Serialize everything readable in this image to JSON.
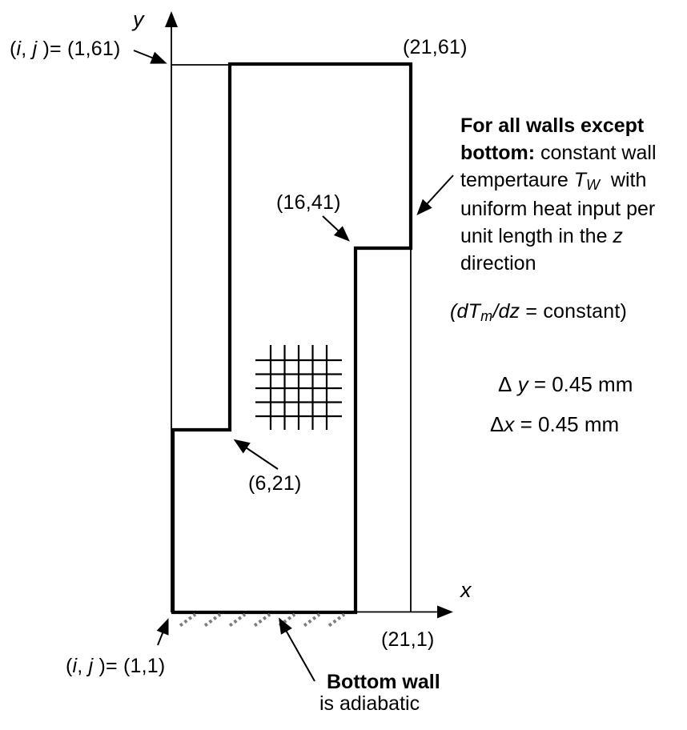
{
  "colors": {
    "ink": "#000000",
    "hatch": "#7d7d7d"
  },
  "axes": {
    "x": "x",
    "y": "y"
  },
  "labels": {
    "top_left": {
      "p1": "(",
      "i": "i",
      "p2": ", ",
      "j": "j",
      "p3": " )= (1,61)"
    },
    "top_right": "(21,61)",
    "right_step": "(16,41)",
    "left_step": "(6,21)",
    "bottom_right": "(21,1)",
    "bottom_left": {
      "p1": "(",
      "i": "i",
      "p2": ", ",
      "j": "j",
      "p3": " )= (1,1)"
    }
  },
  "wall_note": {
    "line1": "For all walls except",
    "line2_bold": "bottom:",
    "line2_rest": " constant wall",
    "line3_pre": "tempertaure ",
    "line3_T": "T",
    "line3_sub": "W",
    "line3_post": "  with",
    "line4": "uniform heat input per",
    "line5_pre": "unit length in the ",
    "line5_z": "z",
    "line6": "direction"
  },
  "gradient_note": {
    "p1": "(dT",
    "sub": "m",
    "p2": "/dz",
    "p3": " = constant)"
  },
  "grid_spacing": {
    "dy": {
      "delta": "Δ ",
      "var": "y",
      "rest": " = 0.45 mm"
    },
    "dx": {
      "delta": "Δ",
      "var": "x",
      "rest": " = 0.45 mm"
    }
  },
  "bottom_note": {
    "line1": "Bottom wall",
    "line2": "is adiabatic"
  }
}
